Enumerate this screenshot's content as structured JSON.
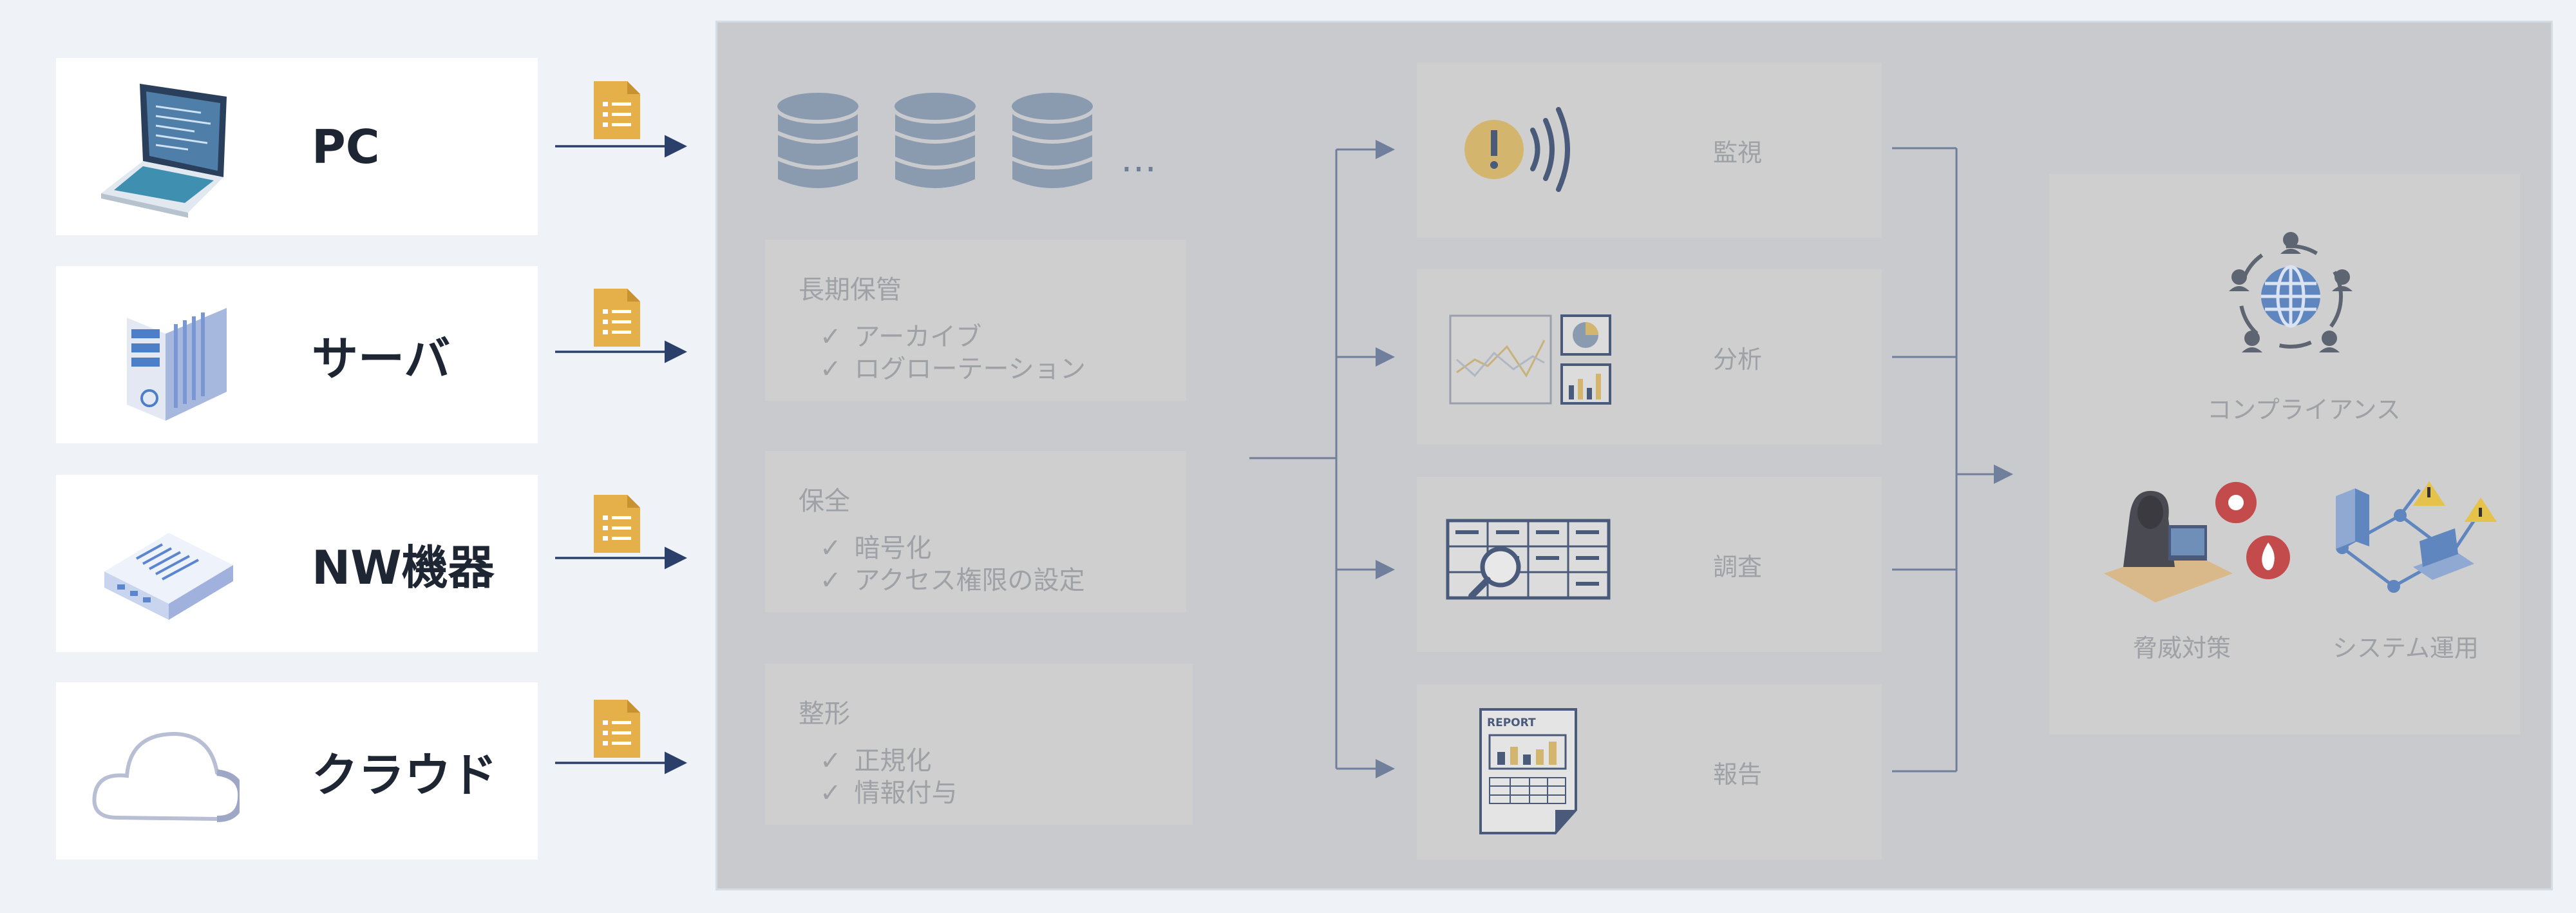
{
  "sources": [
    {
      "label": "PC",
      "icon": "laptop-icon"
    },
    {
      "label": "サーバ",
      "icon": "server-icon"
    },
    {
      "label": "NW機器",
      "icon": "network-device-icon"
    },
    {
      "label": "クラウド",
      "icon": "cloud-icon"
    }
  ],
  "storage": {
    "ellipsis": "…",
    "boxes": [
      {
        "title": "長期保管",
        "items": [
          "アーカイブ",
          "ログローテーション"
        ]
      },
      {
        "title": "保全",
        "items": [
          "暗号化",
          "アクセス権限の設定"
        ]
      },
      {
        "title": "整形",
        "items": [
          "正規化",
          "情報付与"
        ]
      }
    ],
    "check_mark": "✓"
  },
  "actions": [
    {
      "label": "監視",
      "icon": "alert-signal-icon"
    },
    {
      "label": "分析",
      "icon": "analytics-charts-icon"
    },
    {
      "label": "調査",
      "icon": "magnifier-table-icon"
    },
    {
      "label": "報告",
      "icon": "report-document-icon",
      "icon_text": "REPORT"
    }
  ],
  "results": {
    "compliance": "コンプライアンス",
    "threat": "脅威対策",
    "system": "システム運用"
  },
  "colors": {
    "arrow": "#2b3f6b",
    "doc": "#e5b04a",
    "muted_text": "#9ea1a6",
    "panel": "#c9cacd",
    "card": "#cfcfcf"
  }
}
